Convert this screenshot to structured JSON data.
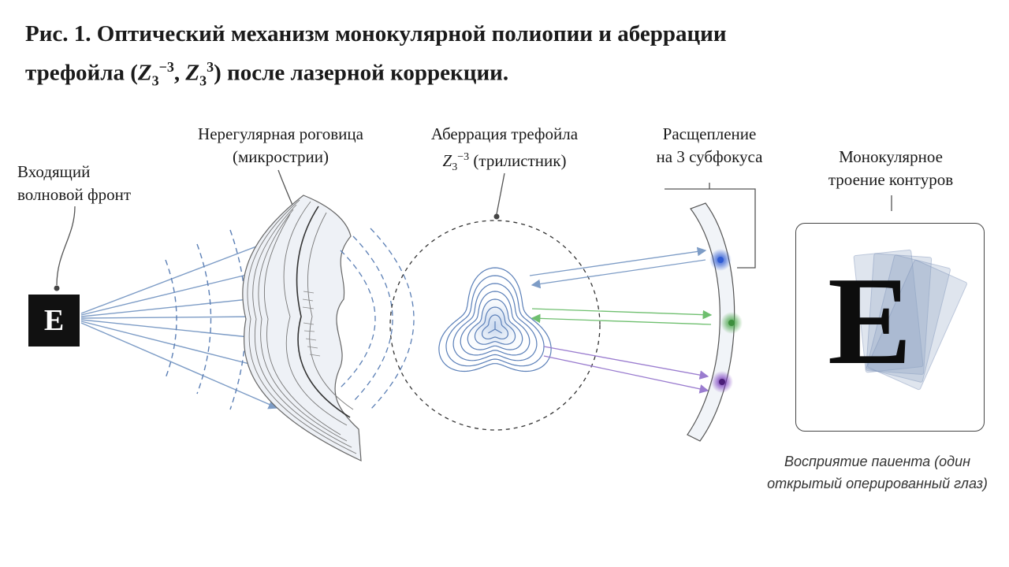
{
  "title": {
    "line1": "Рис. 1. Оптический механизм монокулярной полиопии и аберрации",
    "line2_prefix": "трефойла (",
    "z": "Z",
    "sub1": "3",
    "sup1": "−3",
    "comma": ", ",
    "sub2": "3",
    "sup2": "3",
    "line2_suffix": ") после лазерной коррекции."
  },
  "labels": {
    "wavefront": [
      "Входящий",
      "волновой фронт"
    ],
    "cornea": [
      "Нерегулярная роговица",
      "(микрострии)"
    ],
    "trefoil": {
      "line1": "Аберрация трефойла",
      "z": "Z",
      "sub": "3",
      "sup": "−3",
      "rest": " (трилистник)"
    },
    "split": [
      "Расщепление",
      "на 3 субфокуса"
    ],
    "perception": [
      "Монокулярное",
      "троение контуров"
    ]
  },
  "source_letter": "E",
  "result_letter": "E",
  "note": "Восприятие паиента (один открытый оперированный глаз)",
  "colors": {
    "ray_blue": "#7d9cc6",
    "wave_dashed": "#5b7fb5",
    "focus_blue": "#2f5bd3",
    "focus_green": "#4aa64a",
    "focus_purple": "#5a2a8c",
    "ray_green": "#6fbf6f",
    "ray_purple": "#9a7ccf",
    "contour": "#5a7fb8"
  }
}
